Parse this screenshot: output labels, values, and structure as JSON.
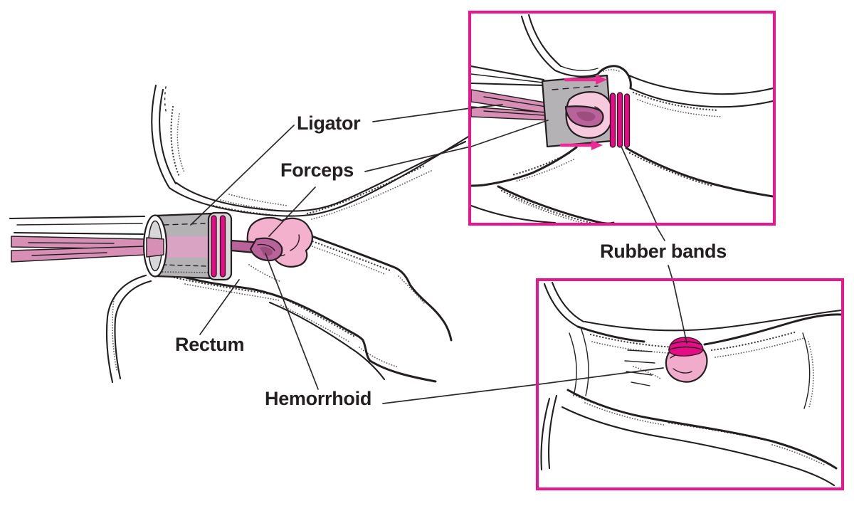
{
  "figure": {
    "labels": {
      "ligator": "Ligator",
      "forceps": "Forceps",
      "rectum": "Rectum",
      "hemorrhoid": "Hemorrhoid",
      "rubber_bands": "Rubber bands"
    },
    "colors": {
      "background": "#FFFFFF",
      "line_art": "#231F20",
      "leader": "#2E2A2B",
      "inset_border": "#EC1590",
      "rubber_band": "#E50D86",
      "arrow": "#EC2A93",
      "forceps_pink": "#D78FB5",
      "forceps_dark": "#B9639A",
      "forceps_deep": "#9C4E7F",
      "hemorrhoid_pink": "#F3B1CD",
      "hemorrhoid_light": "#F6C9DC",
      "hemorrhoid_soft": "#F2ACCB",
      "ligator_gray": "#B4B2B5",
      "ligator_gray_light": "#D7D6D8",
      "barrel_stripe": "#D9A3C4"
    }
  }
}
